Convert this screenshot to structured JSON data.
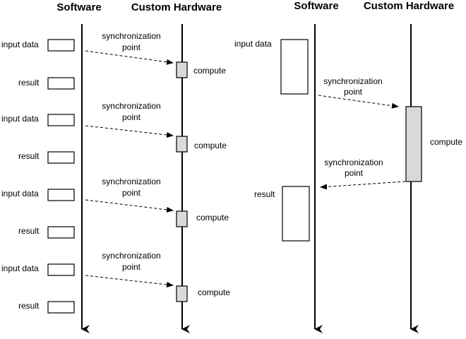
{
  "headers": {
    "left_software": "Software",
    "left_hardware": "Custom Hardware",
    "right_software": "Software",
    "right_hardware": "Custom Hardware"
  },
  "left_panel": {
    "rounds": [
      {
        "input_label": "input data",
        "sync_line1": "synchronization",
        "sync_line2": "point",
        "compute_label": "compute",
        "result_label": "result"
      },
      {
        "input_label": "input data",
        "sync_line1": "synchronization",
        "sync_line2": "point",
        "compute_label": "compute",
        "result_label": "result"
      },
      {
        "input_label": "input data",
        "sync_line1": "synchronization",
        "sync_line2": "point",
        "compute_label": "compute",
        "result_label": "result"
      },
      {
        "input_label": "input data",
        "sync_line1": "synchronization",
        "sync_line2": "point",
        "compute_label": "compute",
        "result_label": "result"
      }
    ]
  },
  "right_panel": {
    "input_label": "input data",
    "sync1_line1": "synchronization",
    "sync1_line2": "point",
    "compute_label": "compute",
    "sync2_line1": "synchronization",
    "sync2_line2": "point",
    "result_label": "result"
  },
  "colors": {
    "line": "#000000",
    "compute_fill": "#d9d9d9",
    "box_fill": "#ffffff"
  }
}
